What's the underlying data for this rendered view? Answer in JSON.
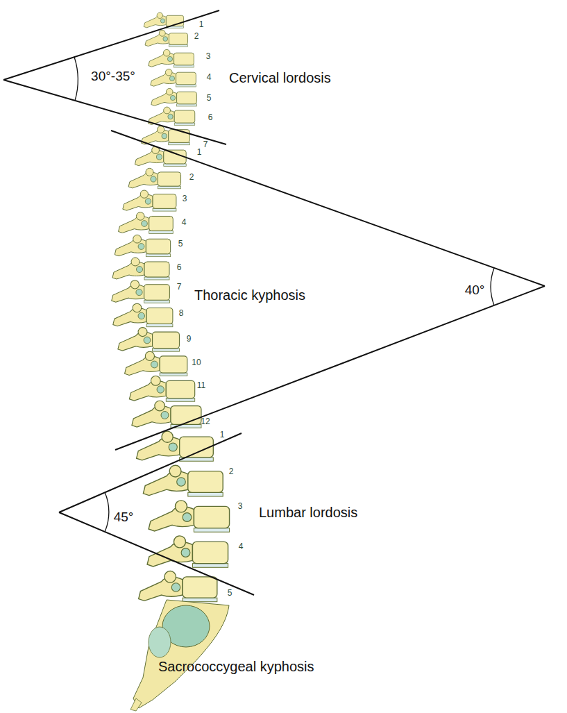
{
  "diagram": {
    "labels": [
      "30°-35°",
      "Cervical lordosis",
      "1",
      "2",
      "3",
      "4",
      "5",
      "6",
      "7",
      "40°",
      "Thoracic kyphosis",
      "1",
      "2",
      "3",
      "4",
      "5",
      "6",
      "7",
      "8",
      "9",
      "10",
      "11",
      "12",
      "45°",
      "Lumbar lordosis",
      "1",
      "2",
      "3",
      "4",
      "5",
      "Sacrococcygeal kyphosis"
    ]
  }
}
